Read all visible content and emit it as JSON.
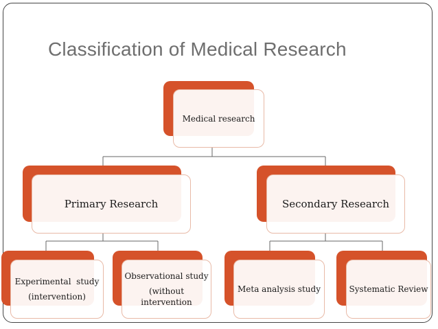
{
  "slide": {
    "title": "Classification of Medical Research"
  },
  "diagram": {
    "root": {
      "label": "Medical research"
    },
    "level1": [
      {
        "label": "Primary Research"
      },
      {
        "label": "Secondary Research"
      }
    ],
    "level2": [
      {
        "label_line1": "Experimental  study",
        "label_line2": "(intervention)"
      },
      {
        "label_line1": "Observational study",
        "label_line2": "(without",
        "label_line3": "intervention"
      },
      {
        "label_line1": "Meta analysis study"
      },
      {
        "label_line1": "Systematic Review"
      }
    ]
  },
  "colors": {
    "accent": "#d5522a",
    "title": "#6e6e6e",
    "connector": "#666666"
  }
}
